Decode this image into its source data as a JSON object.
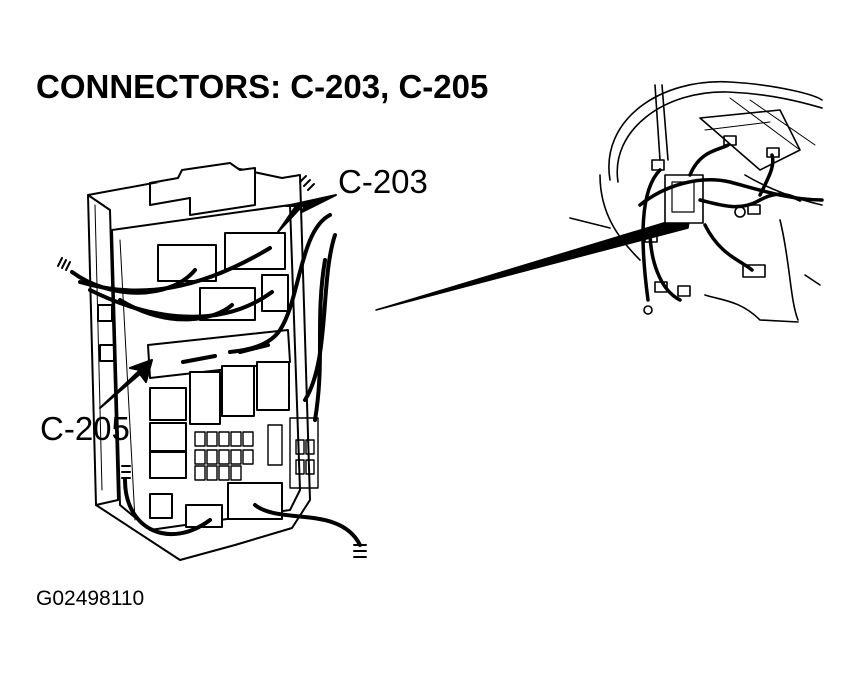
{
  "title": "CONNECTORS: C-203, C-205",
  "callouts": {
    "c203": "C-203",
    "c205": "C-205"
  },
  "figure_id": "G02498110",
  "colors": {
    "ink": "#000000",
    "paper": "#ffffff"
  }
}
